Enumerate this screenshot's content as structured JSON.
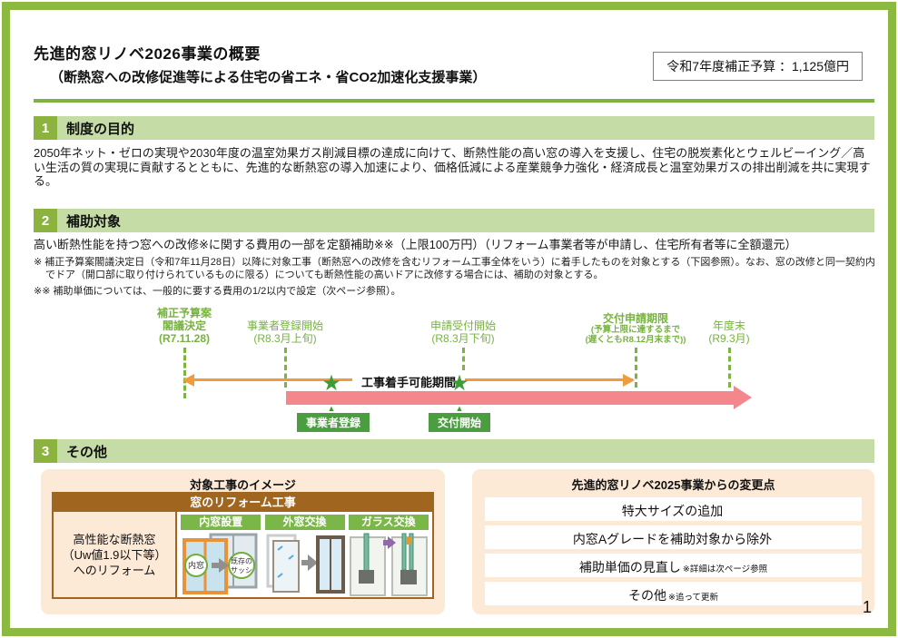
{
  "page": {
    "title": "先進的窓リノベ2026事業の概要",
    "subtitle": "（断熱窓への改修促進等による住宅の省エネ・省CO2加速化支援事業）",
    "budget": "令和7年度補正予算 ：1,125億円",
    "page_number": "1"
  },
  "section1": {
    "num": "1",
    "title": "制度の目的",
    "body": "2050年ネット・ゼロの実現や2030年度の温室効果ガス削減目標の達成に向けて、断熱性能の高い窓の導入を支援し、住宅の脱炭素化とウェルビーイング／高い生活の質の実現に貢献するとともに、先進的な断熱窓の導入加速により、価格低減による産業競争力強化・経済成長と温室効果ガスの排出削減を共に実現する。"
  },
  "section2": {
    "num": "2",
    "title": "補助対象",
    "body": "高い断熱性能を持つ窓への改修※に関する費用の一部を定額補助※※（上限100万円）（リフォーム事業者等が申請し、住宅所有者等に全額還元）",
    "note1": "※ 補正予算案閣議決定日（令和7年11月28日）以降に対象工事（断熱窓への改修を含むリフォーム工事全体をいう）に着手したものを対象とする（下図参照）。なお、窓の改修と同一契約内でドア（開口部に取り付けられているものに限る）についても断熱性能の高いドアに改修する場合には、補助の対象とする。",
    "note2": "※※ 補助単価については、一般的に要する費用の1/2以内で設定（次ページ参照）。"
  },
  "timeline": {
    "m1": {
      "l1": "補正予算案",
      "l2": "閣議決定",
      "l3": "(R7.11.28)"
    },
    "m2": {
      "l1": "事業者登録開始",
      "l2": "(R8.3月上旬)"
    },
    "m3": {
      "l1": "申請受付開始",
      "l2": "(R8.3月下旬)"
    },
    "m4": {
      "l1": "交付申請期限",
      "l2": "(予算上限に達するまで",
      "l3": "(遅くともR8.12月末まで))"
    },
    "m5": {
      "l1": "年度末",
      "l2": "(R9.3月)"
    },
    "period": "工事着手可能期間",
    "event1": "事業者登録",
    "event2": "交付開始"
  },
  "section3": {
    "num": "3",
    "title": "その他"
  },
  "left_panel": {
    "title": "対象工事のイメージ",
    "header": "窓のリフォーム工事",
    "side": {
      "l1": "高性能な断熱窓",
      "l2": "（Uw値1.9以下等）",
      "l3": "へのリフォーム"
    },
    "col1": "内窓設置",
    "col2": "外窓交換",
    "col3": "ガラス交換",
    "inner_window": "内窓",
    "existing1": "既存の",
    "existing2": "サッシ"
  },
  "right_panel": {
    "title": "先進的窓リノベ2025事業からの変更点",
    "items": [
      {
        "text": "特大サイズの追加",
        "note": ""
      },
      {
        "text": "内窓Aグレードを補助対象から除外",
        "note": ""
      },
      {
        "text": "補助単価の見直し",
        "note": "※詳細は次ページ参照"
      },
      {
        "text": "その他",
        "note": "※追って更新"
      }
    ]
  },
  "colors": {
    "frame_green": "#8CB93F",
    "section_bar_green": "#C5DCA6",
    "accent_green": "#7CB342",
    "event_green": "#4A9E3F",
    "orange": "#F09C3C",
    "pink": "#F4878C",
    "cream": "#FCE9D6",
    "brown": "#A0661F"
  }
}
